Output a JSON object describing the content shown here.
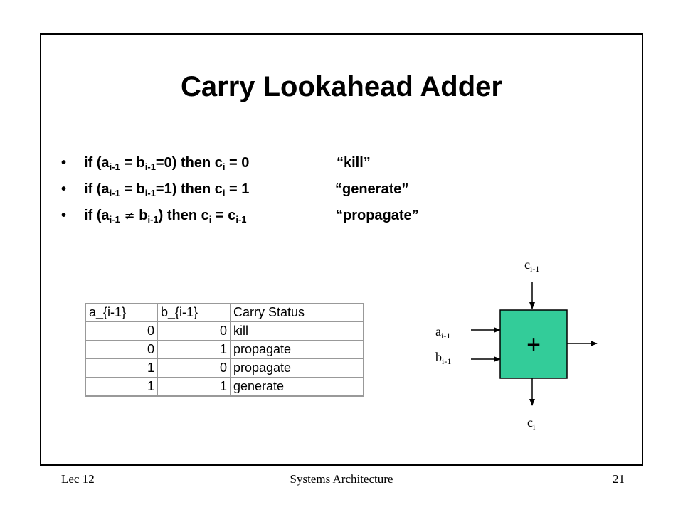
{
  "title": "Carry Lookahead Adder",
  "bullet_symbol": "•",
  "bullets": [
    {
      "p1": "if (a",
      "s1": "i-1",
      "p2": " = b",
      "s2": "i-1",
      "p3": "=0) then c",
      "s3": "i",
      "p4": " = 0",
      "desc": "“kill”"
    },
    {
      "p1": "if (a",
      "s1": "i-1",
      "p2": " = b",
      "s2": "i-1",
      "p3": "=1) then c",
      "s3": "i",
      "p4": " = 1",
      "desc": "“generate”"
    },
    {
      "p1": "if (a",
      "s1": "i-1",
      "op": " ≠ ",
      "p2": "b",
      "s2": "i-1",
      "p3": ") then c",
      "s3": "i",
      "p4": " = c",
      "s4": "i-1",
      "desc": "“propagate”"
    }
  ],
  "table": {
    "headers": [
      "a_{i-1}",
      "b_{i-1}",
      "Carry Status"
    ],
    "rows": [
      [
        "0",
        "0",
        "kill"
      ],
      [
        "0",
        "1",
        "propagate"
      ],
      [
        "1",
        "0",
        "propagate"
      ],
      [
        "1",
        "1",
        "generate"
      ]
    ]
  },
  "diagram": {
    "box_symbol": "+",
    "box_color": "#33cc99",
    "c_in": {
      "base": "c",
      "sub": "i-1"
    },
    "a_in": {
      "base": "a",
      "sub": "i-1"
    },
    "b_in": {
      "base": "b",
      "sub": "i-1"
    },
    "c_out": {
      "base": "c",
      "sub": "i"
    }
  },
  "footer": {
    "left": "Lec 12",
    "center": "Systems Architecture",
    "right": "21"
  }
}
